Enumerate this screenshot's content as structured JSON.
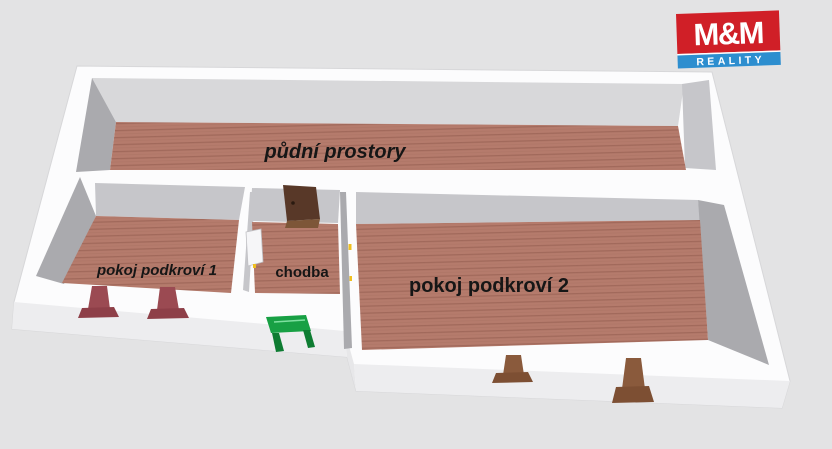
{
  "meta": {
    "description": "3D attic floor plan rendering"
  },
  "logo": {
    "line1": "M&M",
    "line2": "REALITY",
    "red": "#d01f27",
    "blue": "#2d8ecf",
    "text_color": "#ffffff"
  },
  "rooms": [
    {
      "id": "pudni-prostory",
      "label": "půdní prostory"
    },
    {
      "id": "pokoj-podkrovi-1",
      "label": "pokoj podkroví 1"
    },
    {
      "id": "chodba",
      "label": "chodba"
    },
    {
      "id": "pokoj-podkrovi-2",
      "label": "pokoj podkroví 2"
    }
  ],
  "colors": {
    "background": "#e3e3e4",
    "wall_white": "#fcfcfd",
    "wall_face": "#ededef",
    "wall_face_step": "#e7e7e9",
    "wall_interior_light": "#d8d8da",
    "wall_interior_mid": "#c6c6ca",
    "wall_interior_dark": "#aaaaae",
    "floor": "#b57b6c",
    "floor_stripe": "#9a6255",
    "stairs": "#583828",
    "stairs_lip": "#7d5638",
    "chimney_red": "#9b4a52",
    "chimney_red_base": "#8e3f48",
    "chimney_brown": "#8a5a3c",
    "chimney_brown_base": "#7d4f33",
    "bench_green": "#18a044",
    "bench_green_dark": "#0e7c32",
    "door_white": "#f6f6f8",
    "handle_yellow": "#f0c020",
    "label": "#161616"
  }
}
